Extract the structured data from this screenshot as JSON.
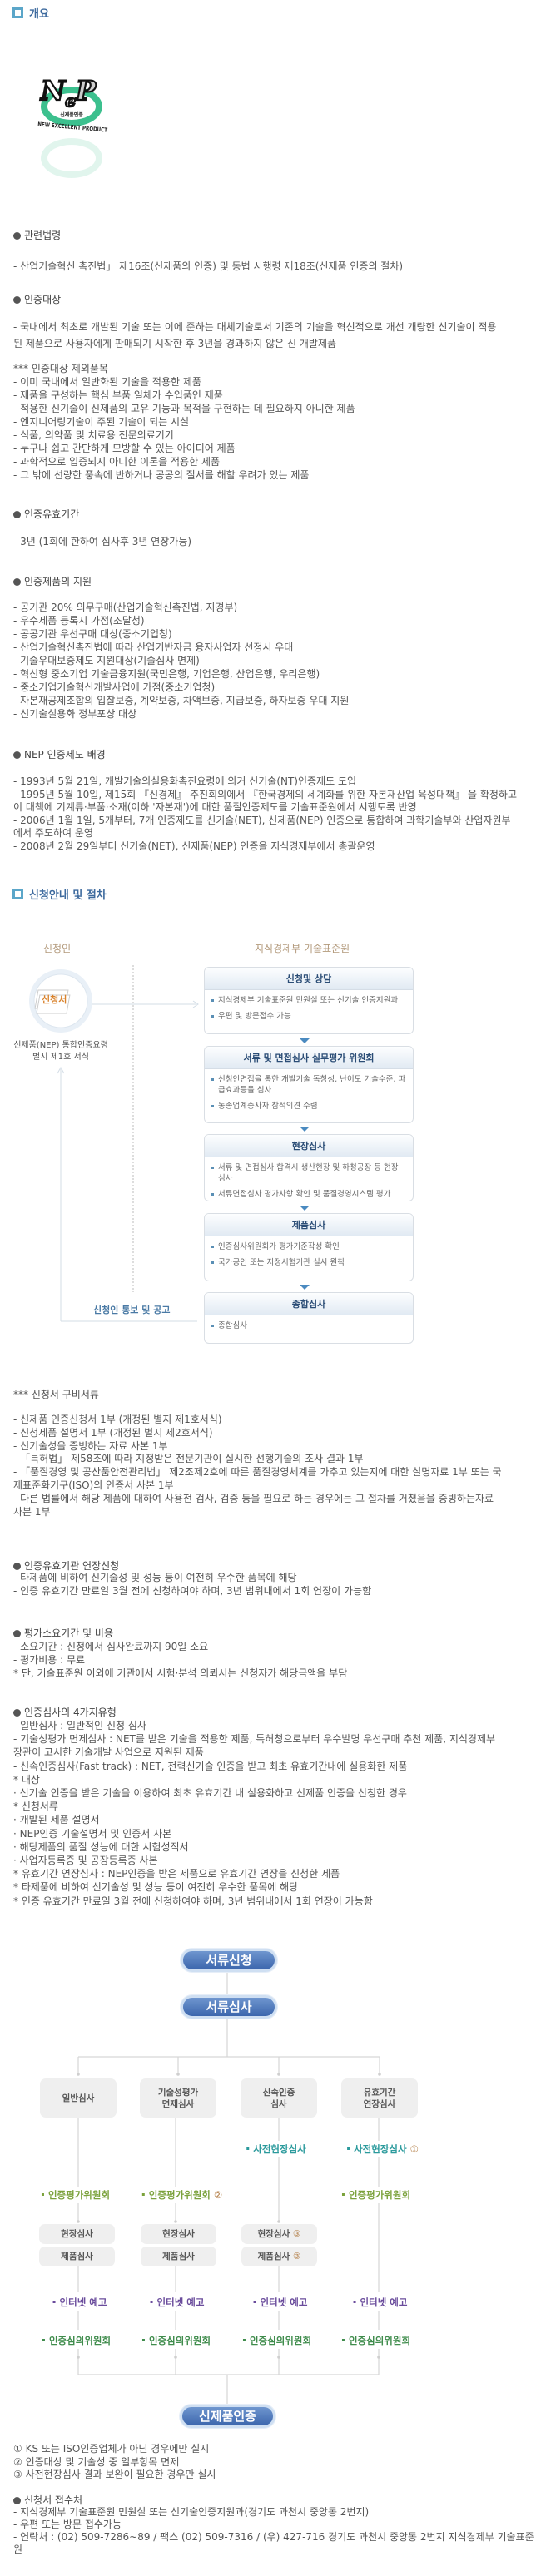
{
  "overview": {
    "title": "개요"
  },
  "logo": {
    "mark": "NeP",
    "korean": "신제품인증",
    "english": "NEW EXCELLENT PRODUCT"
  },
  "law": {
    "heading": "관련법령",
    "lines": [
      "- 산업기술혁신 촉진법」 제16조(신제품의 인증) 및 동법 시행령 제18조(신제품 인증의 절차)"
    ]
  },
  "target": {
    "heading": "인증대상",
    "desc": [
      "- 국내에서 최초로 개발된 기술 또는 이에 준하는 대체기술로서 기존의 기술을 혁신적으로 개선 개량한 신기술이 적용",
      "된 제품으로 사용자에게 판매되기 시작한 후 3년을 경과하지 않은 신 개발제품"
    ],
    "exclusions": [
      "*** 인증대상 제외품목",
      "- 이미 국내에서 일반화된 기술을 적용한 제품",
      "- 제품을 구성하는 핵심 부품 일체가 수입품인 제품",
      "- 적용한 신기술이 신제품의 고유 기능과 목적을 구현하는 데 필요하지 아니한 제품",
      "- 엔지니어링기술이 주된 기술이 되는 시설",
      "- 식품, 의약품 및 치료용 전문의료기기",
      "- 누구나 쉽고 간단하게 모방할 수 있는 아이디어 제품",
      "- 과학적으로 입증되지 아니한 이론을 적용한 제품",
      "- 그 밖에 선량한 풍속에 반하거나 공공의 질서를 해할 우려가 있는 제품"
    ]
  },
  "validity": {
    "heading": "인증유효기간",
    "lines": [
      "- 3년 (1회에 한하여 심사후 3년 연장가능)"
    ]
  },
  "support": {
    "heading": "인증제품의 지원",
    "lines": [
      "- 공기관 20% 의무구매(산업기술혁신촉진법, 지경부)",
      "- 우수제품 등록시 가점(조달청)",
      "- 공공기관 우선구매 대상(중소기업청)",
      "- 산업기술혁신촉진법에 따라 산업기반자금 융자사업자 선정시 우대",
      "- 기술우대보증제도 지원대상(기술심사 면제)",
      "- 혁신형 중소기업 기술금융지원(국민은행, 기업은행, 산업은행, 우리은행)",
      "- 중소기업기술혁신개발사업에 가점(중소기업청)",
      "- 자본재공제조합의 입찰보증, 계약보증, 차액보증, 지급보증, 하자보증 우대 지원",
      "- 신기술실용화 정부포상 대상"
    ]
  },
  "background": {
    "heading": "NEP 인증제도 배경",
    "lines": [
      "- 1993년 5월 21일, 개발기술의실용화촉진요령에 의거 신기술(NT)인증제도 도입",
      "- 1995년 5월 10일, 제15회 『신경제』 추진회의에서 『한국경제의 세계화를 위한 자본재산업 육성대책』 을 확정하고",
      "이 대책에 기계류·부품·소재(이하 '자본재')에 대한 품질인증제도를 기술표준원에서 시행토록 반영",
      "- 2006년 1월 1일, 5개부터, 7개 인증제도를 신기술(NET), 신제품(NEP) 인증으로 통합하여 과학기술부와 산업자원부",
      "에서 주도하여 운영",
      "- 2008년 2월 29일부터 신기술(NET), 신제품(NEP) 인증을 지식경제부에서 총괄운영"
    ]
  },
  "procedure": {
    "title": "신청안내 및 절차",
    "applicant": {
      "title": "신청인",
      "form_label": "신청서",
      "caption": [
        "신제품(NEP) 통합인증요령",
        "별지 제1호 서식"
      ],
      "notice": "신청인 통보 및 공고"
    },
    "agency": {
      "title": "지식경제부 기술표준원",
      "steps": [
        {
          "title": "신청및 상담",
          "items": [
            "지식경제부 기술표준원 민원실 또는 신기술 인증지원과",
            "우편 및 방문접수 가능"
          ]
        },
        {
          "title": "서류 및 면접심사 실무평가 위원회",
          "items": [
            "신청인면접을 통한 개발기술 독창성, 난이도 기술수준, 파급효과등을 심사",
            "동종업계종사자 참석의견 수렴"
          ]
        },
        {
          "title": "현장심사",
          "items": [
            "서류 및 면접심사 합격시 생산현장 및 하청공장 등 현장 심사",
            "서류면접심사 평가사항 확인 및 품질경영시스템 평가"
          ]
        },
        {
          "title": "제품심사",
          "items": [
            "인증심사위원회가 평가기준작성 확인",
            "국가공인 또는 지정시험기관 실시 원칙"
          ]
        },
        {
          "title": "종합심사",
          "items": [
            "종합심사"
          ]
        }
      ]
    }
  },
  "documents": {
    "heading": "*** 신청서 구비서류",
    "lines": [
      "- 신제품 인증신청서 1부 (개정된 별지 제1호서식)",
      "- 신청제품 설명서 1부 (개정된 별지 제2호서식)",
      "- 신기술성을 증빙하는 자료 사본 1부",
      "- 「특허법」 제58조에 따라 지정받은 전문기관이 실시한 선행기술의 조사 결과 1부",
      "- 「품질경영 및 공산품안전관리법」 제2조제2호에 따른 품질경영체계를 가추고 있는지에 대한 설명자료 1부 또는 국",
      "제표준화기구(ISO)의 인증서 사본 1부",
      "- 다른 법률에서 해당 제품에 대하여 사용전 검사, 검증 등을 필요로 하는 경우에는 그 절차를 거쳤음을 증빙하는자료",
      "사본 1부"
    ]
  },
  "extension": {
    "heading": "인증유효기관 연장신청",
    "lines": [
      "- 타제품에 비하여 신기술성 및 성능 등이 여전히 우수한 품목에 해당",
      "- 인증 유효기간 만료일 3월 전에 신청하여야 하며, 3년 범위내에서 1회 연장이 가능함"
    ]
  },
  "cost": {
    "heading": "평가소요기간 및 비용",
    "lines": [
      "- 소요기간 : 신청에서 심사완료까지 90일 소요",
      "- 평가비용 : 무료",
      "* 단, 기술표준원 이외에 기관에서 시험·분석 의뢰시는 신청자가 해당금액을 부담"
    ]
  },
  "types": {
    "heading": "인증심사의 4가지유형",
    "lines": [
      "- 일반심사 : 일반적인 신청 심사",
      "- 기술성평가 면제심사 : NET를 받은 기술을 적용한 제품, 특허청으로부터 우수발명 우선구매 추천 제품, 지식경제부",
      "장관이 고시한 기술개발 사업으로 지원된 제품",
      "- 신속인증심사(Fast track) : NET, 전력신기술 인증을 받고 최초 유효기간내에 실용화한 제품",
      "* 대상",
      "· 신기술 인증을 받은 기술을 이용하여 최초 유효기간 내 실용화하고 신제품 인증을 신청한 경우",
      "* 신청서류",
      "· 개발된 제품 설명서",
      "· NEP인증 기술설명서 및 인증서 사본",
      "· 해당제품의 품질 성능에 대한 시험성적서",
      "· 사업자등록증 및 공장등록증 사본",
      "* 유효기간 연장심사 : NEP인증을 받은 제품으로 유효기간 연장을 신청한 제품",
      "* 타제품에 비하여 신기술성 및 성능 등이 여전히 우수한 품목에 해당",
      "* 인증 유효기간 만료일 3월 전에 신청하여야 하며, 3년 범위내에서 1회 연장이 가능함"
    ]
  },
  "flow": {
    "start": "서류신청",
    "review": "서류심사",
    "types": [
      "일반심사",
      "기술성평가\n면제심사",
      "신속인증\n심사",
      "유효기간\n연장심사"
    ],
    "types_lines": [
      [
        "일반심사"
      ],
      [
        "기술성평가",
        "면제심사"
      ],
      [
        "신속인증",
        "심사"
      ],
      [
        "유효기간",
        "연장심사"
      ]
    ],
    "pre_site": "사전현장심사",
    "eval_committee": "인증평가위원회",
    "site_review": "현장심사",
    "product_review": "제품심사",
    "internet_notice": "인터넷 예고",
    "deliberation": "인증심의위원회",
    "result": "신제품인증",
    "marks": {
      "one": "①",
      "two": "②",
      "three": "③"
    },
    "colors": {
      "pre_site": "#2b9a9c",
      "eval": "#7ba23c",
      "notice": "#6a4c9c",
      "deliberation": "#3f8c4c",
      "pill": "#3c66ad"
    }
  },
  "footnotes": [
    "① KS 또는 ISO인증업체가 아닌 경우에만 실시",
    "② 인증대상 및 기술성 중 일부항목 면제",
    "③ 사전현장심사 결과 보완이 필요한 경우만 실시"
  ],
  "reception": {
    "heading": "신청서 접수처",
    "lines": [
      "- 지식경제부 기술표준원 민원실 또는 신기술인증지원과(경기도 과천시 중앙동 2번지)",
      "- 우편 또는 방문 접수가능",
      "- 연락처 : (02) 509-7286~89 / 팩스 (02) 509-7316 / (우) 427-716 경기도 과천시 중앙동 2번지 지식경제부 기술표준",
      "원"
    ]
  }
}
